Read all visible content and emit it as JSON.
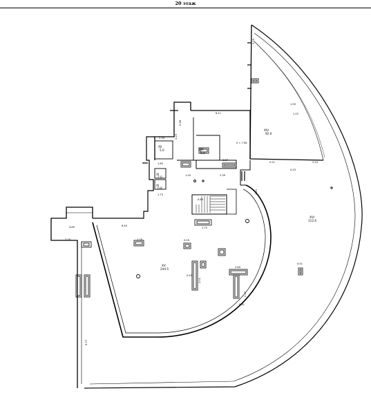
{
  "header": {
    "title": "20 этаж"
  },
  "rooms": {
    "r1": "XIV",
    "r1b": "92.0",
    "r2": "XIII",
    "r2b": "6.9",
    "r3": "XII",
    "r3b": "5.0",
    "r4": "XI",
    "r4b": "2.0",
    "r5": "XI",
    "r5b": "0.8",
    "r6": "XV",
    "r6b": "244.5",
    "r7": "XVI",
    "r7b": "112.6"
  },
  "dims": {
    "d_top_right": "2.29",
    "d_mid": "6.11",
    "d_h": "h = 7.08",
    "d_left_top": "2.58",
    "d_left_box": "2.34",
    "d_left_box2": "1.65",
    "d_left_mid": "2.29",
    "d_left_low": "1.73",
    "d_wing_w": "4.80",
    "d_wing_len": "6.40",
    "d_wing_bot": "2.20",
    "d_long": "6.77",
    "d_arc1": "2.23",
    "d_room1": "1.50",
    "d_room2": "2.87",
    "d_room3": "2.39",
    "d_room4": "0.51",
    "d_room5": "2.24",
    "d_room6": "0.43",
    "d_stair": "0.65",
    "d_col1": "1.70",
    "d_col2": "2.75",
    "d_col3": "0.59",
    "d_col4": "2.01",
    "d_col5": "0.43",
    "d_col6": "2.17",
    "d_col7": "0.41",
    "d_col8": "2.60",
    "d_col9": "0.61",
    "d_col10": "1.00",
    "d_col11": "1.22"
  }
}
